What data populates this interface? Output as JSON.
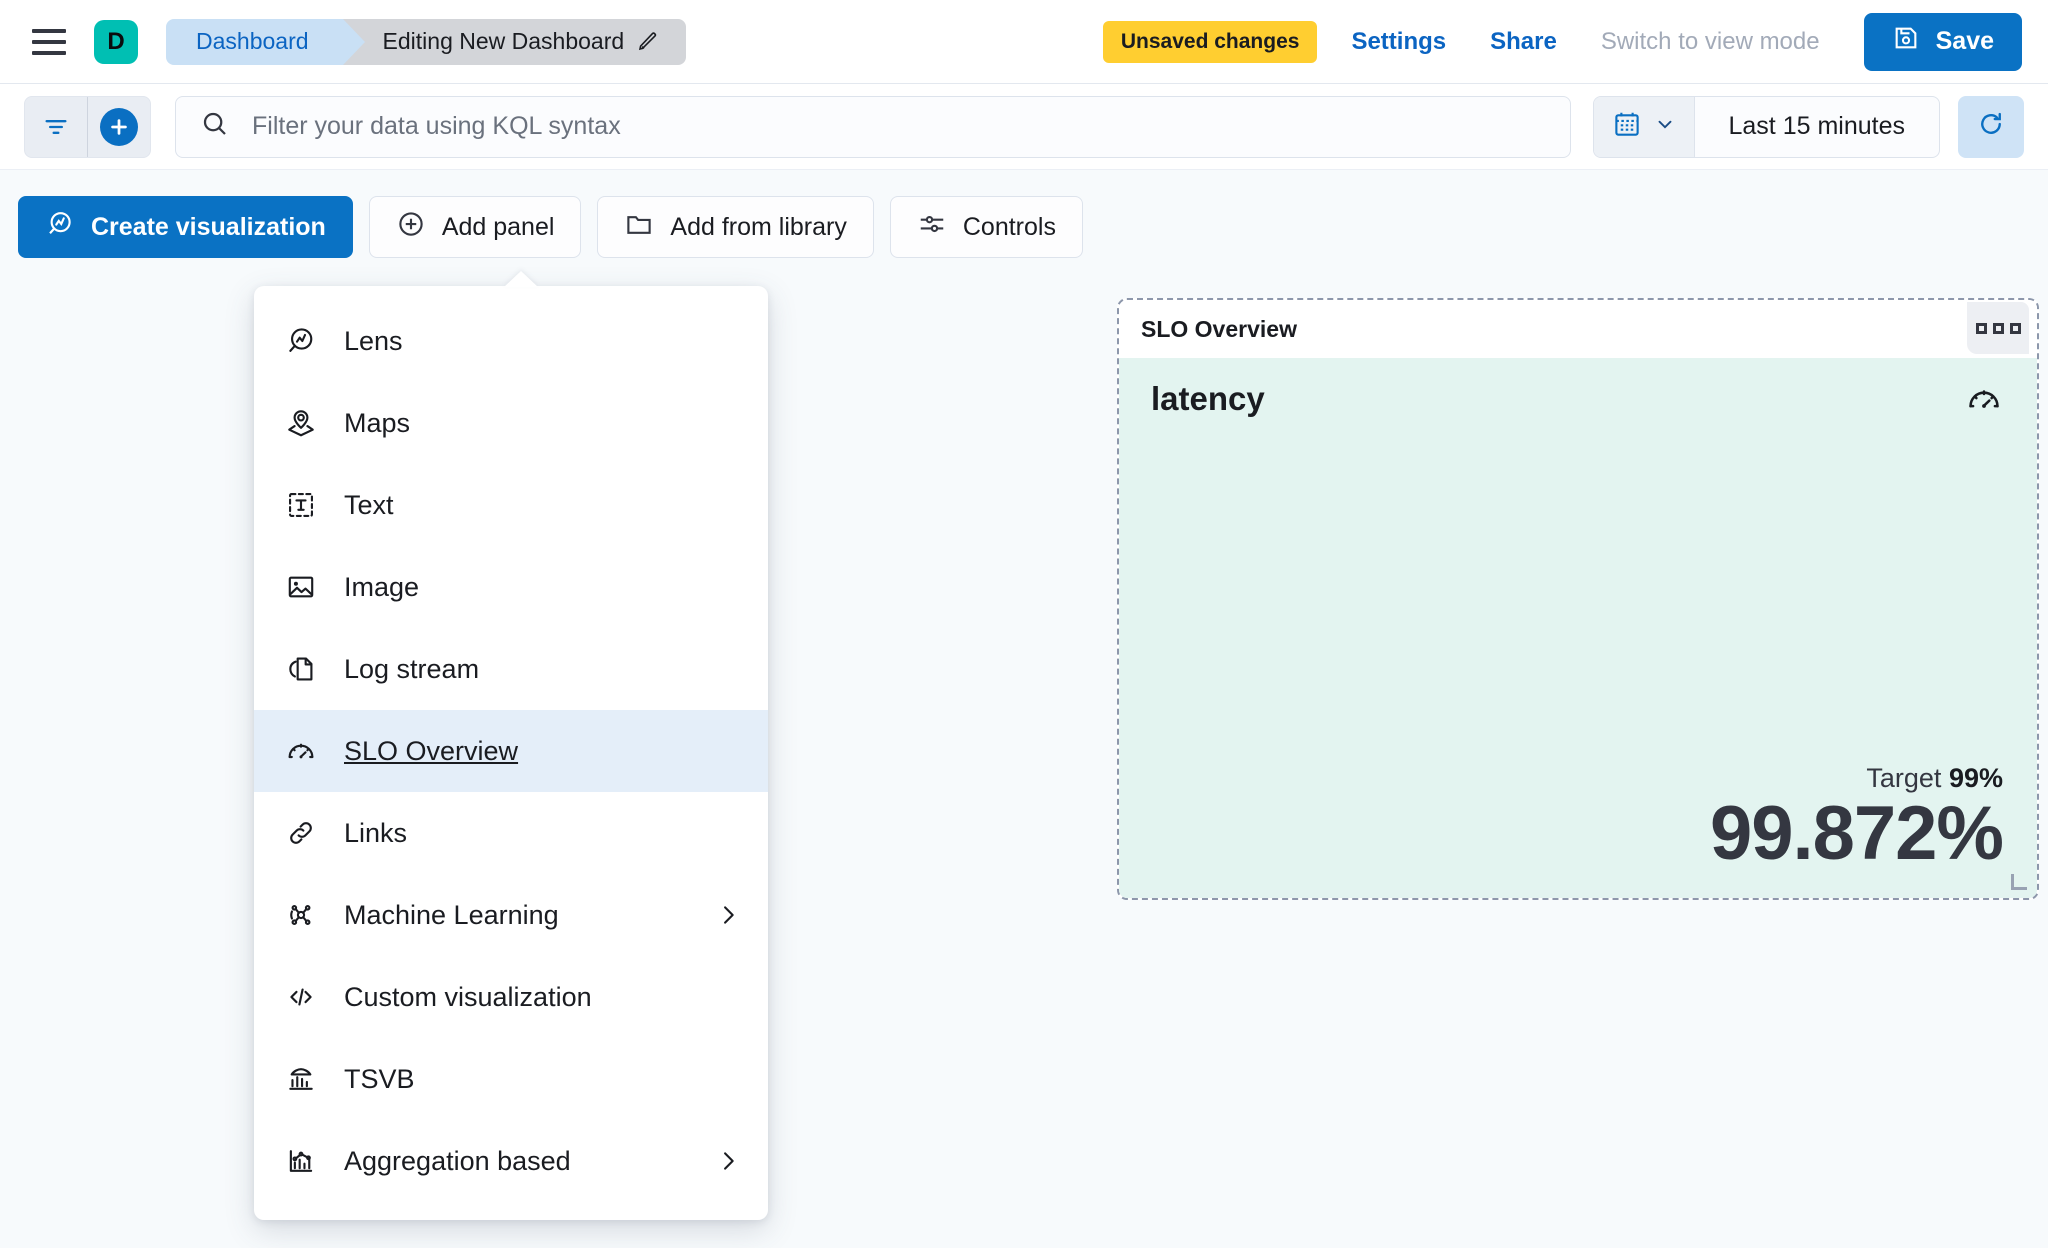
{
  "header": {
    "menu_icon": "hamburger-icon",
    "avatar_letter": "D",
    "breadcrumb_root": "Dashboard",
    "breadcrumb_current": "Editing New Dashboard",
    "edit_icon": "pencil-icon",
    "unsaved_badge": "Unsaved changes",
    "settings_label": "Settings",
    "share_label": "Share",
    "view_mode_label": "Switch to view mode",
    "save_label": "Save",
    "save_icon": "save-disk-icon",
    "accent_blue": "#0A72C4",
    "badge_yellow": "#FFCE30",
    "avatar_teal": "#00BFB3"
  },
  "querybar": {
    "filter_icon": "filter-icon",
    "add_filter_icon": "plus-circle-icon",
    "search_icon": "search-icon",
    "search_value": "",
    "search_placeholder": "Filter your data using KQL syntax",
    "calendar_icon": "calendar-icon",
    "calendar_chevron": "chevron-down-icon",
    "time_range": "Last 15 minutes",
    "refresh_icon": "refresh-icon"
  },
  "toolbar": {
    "create_visualization": "Create visualization",
    "create_visualization_icon": "lens-icon",
    "add_panel": "Add panel",
    "add_panel_icon": "plus-circle-outline-icon",
    "add_from_library": "Add from library",
    "add_from_library_icon": "folder-icon",
    "controls": "Controls",
    "controls_icon": "sliders-icon"
  },
  "add_panel_menu": {
    "items": [
      {
        "label": "Lens",
        "icon": "lens-icon",
        "submenu": false,
        "selected": false
      },
      {
        "label": "Maps",
        "icon": "maps-pin-icon",
        "submenu": false,
        "selected": false
      },
      {
        "label": "Text",
        "icon": "text-box-icon",
        "submenu": false,
        "selected": false
      },
      {
        "label": "Image",
        "icon": "image-icon",
        "submenu": false,
        "selected": false
      },
      {
        "label": "Log stream",
        "icon": "log-stream-icon",
        "submenu": false,
        "selected": false
      },
      {
        "label": "SLO Overview",
        "icon": "gauge-icon",
        "submenu": false,
        "selected": true
      },
      {
        "label": "Links",
        "icon": "link-icon",
        "submenu": false,
        "selected": false
      },
      {
        "label": "Machine Learning",
        "icon": "ml-nodes-icon",
        "submenu": true,
        "selected": false
      },
      {
        "label": "Custom visualization",
        "icon": "code-icon",
        "submenu": false,
        "selected": false
      },
      {
        "label": "TSVB",
        "icon": "tsvb-chart-icon",
        "submenu": false,
        "selected": false
      },
      {
        "label": "Aggregation based",
        "icon": "agg-chart-icon",
        "submenu": true,
        "selected": false
      }
    ]
  },
  "slo_panel": {
    "panel_title": "SLO Overview",
    "context_menu_icon": "panel-context-menu-icon",
    "slo_name": "latency",
    "slo_icon": "gauge-icon",
    "target_prefix": "Target",
    "target_value": "99%",
    "current_value": "99.872%",
    "body_background": "#E3F4F0",
    "resize_icon": "resize-handle-icon"
  }
}
